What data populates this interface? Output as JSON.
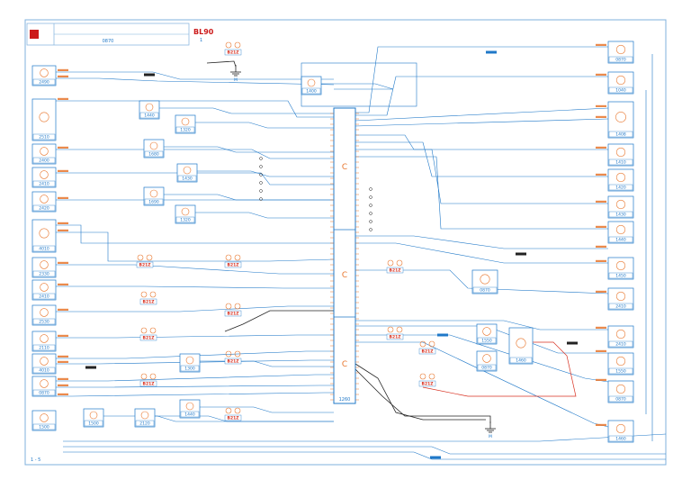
{
  "header": {
    "diagram_id": "BL90",
    "sub_id": "1",
    "title_text": "0870"
  },
  "footer": {
    "bottom_left": "1 - 5"
  },
  "central_unit": {
    "ref": "1260",
    "block_marks": [
      "C",
      "C",
      "C"
    ]
  },
  "left_components": [
    "2490",
    "2510",
    "2400",
    "2410",
    "2420",
    "4010",
    "2330",
    "2410",
    "2530",
    "2110",
    "4010",
    "0870",
    "1500"
  ],
  "inner_components": [
    "1440",
    "1320",
    "1680",
    "1430",
    "1690",
    "1320",
    "1300",
    "1500",
    "2120",
    "1440",
    "1400"
  ],
  "connectors": [
    "B21Z",
    "B21Z",
    "B21Z",
    "B21Z",
    "B21Z",
    "B21Z",
    "B21Z",
    "B21Z",
    "B21Z",
    "B21Z",
    "B21Z",
    "B21Z",
    "B21Z"
  ],
  "right_components": [
    "0870",
    "1040",
    "1408",
    "1410",
    "1420",
    "1430",
    "1440",
    "1450",
    "2410",
    "2410",
    "1550",
    "0870",
    "1460"
  ],
  "grounds": [
    "M",
    "M"
  ],
  "colors": {
    "line": "#1f78c8",
    "label": "#e8762d",
    "border": "#7fb0dd",
    "dark": "#222222",
    "red": "#d83020",
    "accent": "#cc1a1a"
  }
}
